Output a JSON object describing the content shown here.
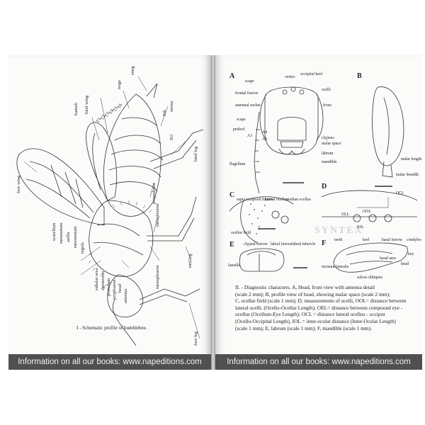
{
  "left_page": {
    "caption": "I - Schematic profile of bumblebee.",
    "footer": "Information on all our books: www.napeditions.com",
    "labels": {
      "sting": "sting",
      "terga": "terga",
      "hamuli": "hamuli",
      "hind_wing": "hind wing",
      "t1": "T1",
      "t2": "T2",
      "t3": "T3",
      "t4": "T4",
      "t5": "T5",
      "t6": "T6",
      "st6": "St6",
      "sterna": "sterna",
      "st1": "St1",
      "hind_leg": "hind leg",
      "fore_wing": "fore wing",
      "propodeum": "propodeum",
      "metapleuron": "metapleuron",
      "scutellum": "scutellum",
      "metanotum": "metanotum",
      "axilla": "axilla",
      "mesonotum": "mesonotum",
      "tegula": "tegula",
      "subalar_area": "subalar area",
      "episternon": "episternon",
      "pronotum": "pronotum",
      "propleuron": "propleuron",
      "head": "head",
      "antenna": "antenna",
      "mesopleuron": "mesopleuron",
      "mid_leg": "mid leg",
      "fore_leg": "fore leg"
    }
  },
  "right_page": {
    "footer": "Information on all our books: www.napeditions.com",
    "panels": {
      "a": "A",
      "b": "B",
      "c": "C",
      "d": "D",
      "e": "E",
      "f": "F"
    },
    "labels_a": {
      "vertex": "vertex",
      "occipital_keel": "occipital keel",
      "ocelli": "ocelli",
      "scape_top": "scape",
      "frontal_furrow": "frontal furrow",
      "frons": "frons",
      "antennal_socket": "antennal socket",
      "scape": "scape",
      "pedicel": "pedicel",
      "a4": "A4",
      "a5": "A5",
      "a3": "A3",
      "clypeus": "clypeus",
      "malar_space": "malar space",
      "labrum": "labrum",
      "flagellum": "flagellum",
      "mandible": "mandible"
    },
    "labels_b": {
      "malar_length": "malar length",
      "malar_breadth": "malar breadth"
    },
    "labels_c": {
      "supraorbital_furrow": "supra temporal furrow",
      "lateral_ocellus": "lateral ocellus",
      "median_ocellus": "median ocellus",
      "ocellar_field": "ocellar field"
    },
    "labels_d": {
      "ocl": "OCL",
      "ool": "OOL",
      "oll": "OLL",
      "iol": "IOL"
    },
    "labels_e": {
      "clypeal_furrow": "clypeal furrow",
      "labral_furrow": "labral furrow",
      "labral_tubercle": "labral tubercle",
      "lamella": "lamella"
    },
    "labels_f": {
      "teeth": "teeth",
      "keel": "keel",
      "basal_furrow": "basal furrow",
      "condyles": "condyles",
      "head": "head",
      "key": "key",
      "incisura": "incisura lateralis",
      "sulcus": "sulcus obliquus",
      "basal_area": "basal area"
    },
    "watermark": "SYNTEX",
    "description": [
      "II. - Diagnostic characters. A, Head, front view with antenna detail",
      "(scale 2 mm); B, profile view of head, showing malar space (scale 2 mm);",
      "C, ocellar field (scale 1 mm); D, measurements of ocelli, OOL= distance between",
      "lateral ocelli, (Ocello-Ocellar Length), OEL= distance between compound eye -",
      "ocellus (Ocellum-Eye Length); OCL = distance lateral ocellus - occiput",
      "(Ocello-Occipital Length), IOL = inter-ocular distance (Inter-Ocular Length)",
      "(scale 1 mm); E, labrum (scale 1 mm); F, mandible (scale 1 mm)."
    ]
  }
}
